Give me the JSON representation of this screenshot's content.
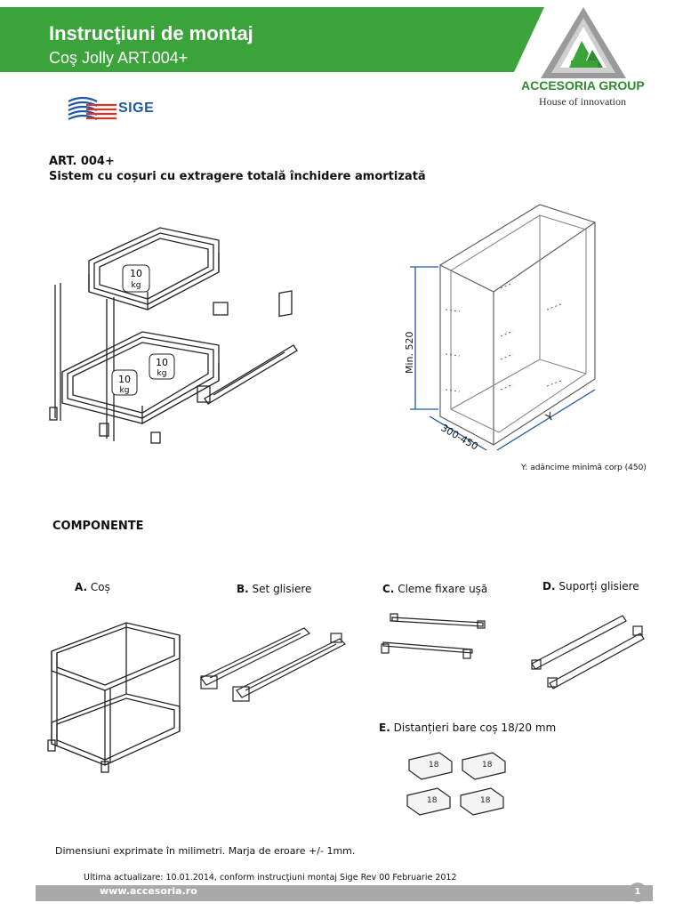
{
  "header": {
    "title": "Instrucţiuni de montaj",
    "subtitle": "Coş Jolly ART.004+",
    "band_color": "#3aa33a"
  },
  "brand": {
    "name": "ACCESORIA GROUP",
    "tagline": "House of innovation",
    "color": "#2e8b2e"
  },
  "sige_logo": {
    "text": "SIGE",
    "color": "#1d57a6",
    "accent": "#d9342b"
  },
  "article": {
    "code": "ART. 004+",
    "description": "Sistem cu coșuri cu extragere totală închidere amortizată"
  },
  "basket_figure": {
    "load_labels": [
      {
        "value": "10",
        "unit": "kg"
      },
      {
        "value": "10",
        "unit": "kg"
      },
      {
        "value": "10",
        "unit": "kg"
      }
    ]
  },
  "cabinet_figure": {
    "height_label": "Min. 520",
    "width_label": "300-450",
    "depth_label": "Y",
    "note": "Y: adâncime minimă corp (450)"
  },
  "components": {
    "title": "COMPONENTE",
    "items": [
      {
        "letter": "A.",
        "name": "Coș"
      },
      {
        "letter": "B.",
        "name": "Set glisiere"
      },
      {
        "letter": "C.",
        "name": "Cleme fixare ușă"
      },
      {
        "letter": "D.",
        "name": "Suporți glisiere"
      },
      {
        "letter": "E.",
        "name": "Distanțieri bare coș 18/20 mm"
      }
    ],
    "spacer_mark": "18"
  },
  "notes": {
    "dimensions": "Dimensiuni exprimate în milimetri. Marja de eroare +/- 1mm.",
    "updated": "Ultima actualizare: 10.01.2014, conform instrucţiuni montaj Sige Rev 00 Februarie 2012"
  },
  "footer": {
    "url": "www.accesoria.ro",
    "page": "1",
    "bar_color": "#a9a9a9"
  }
}
